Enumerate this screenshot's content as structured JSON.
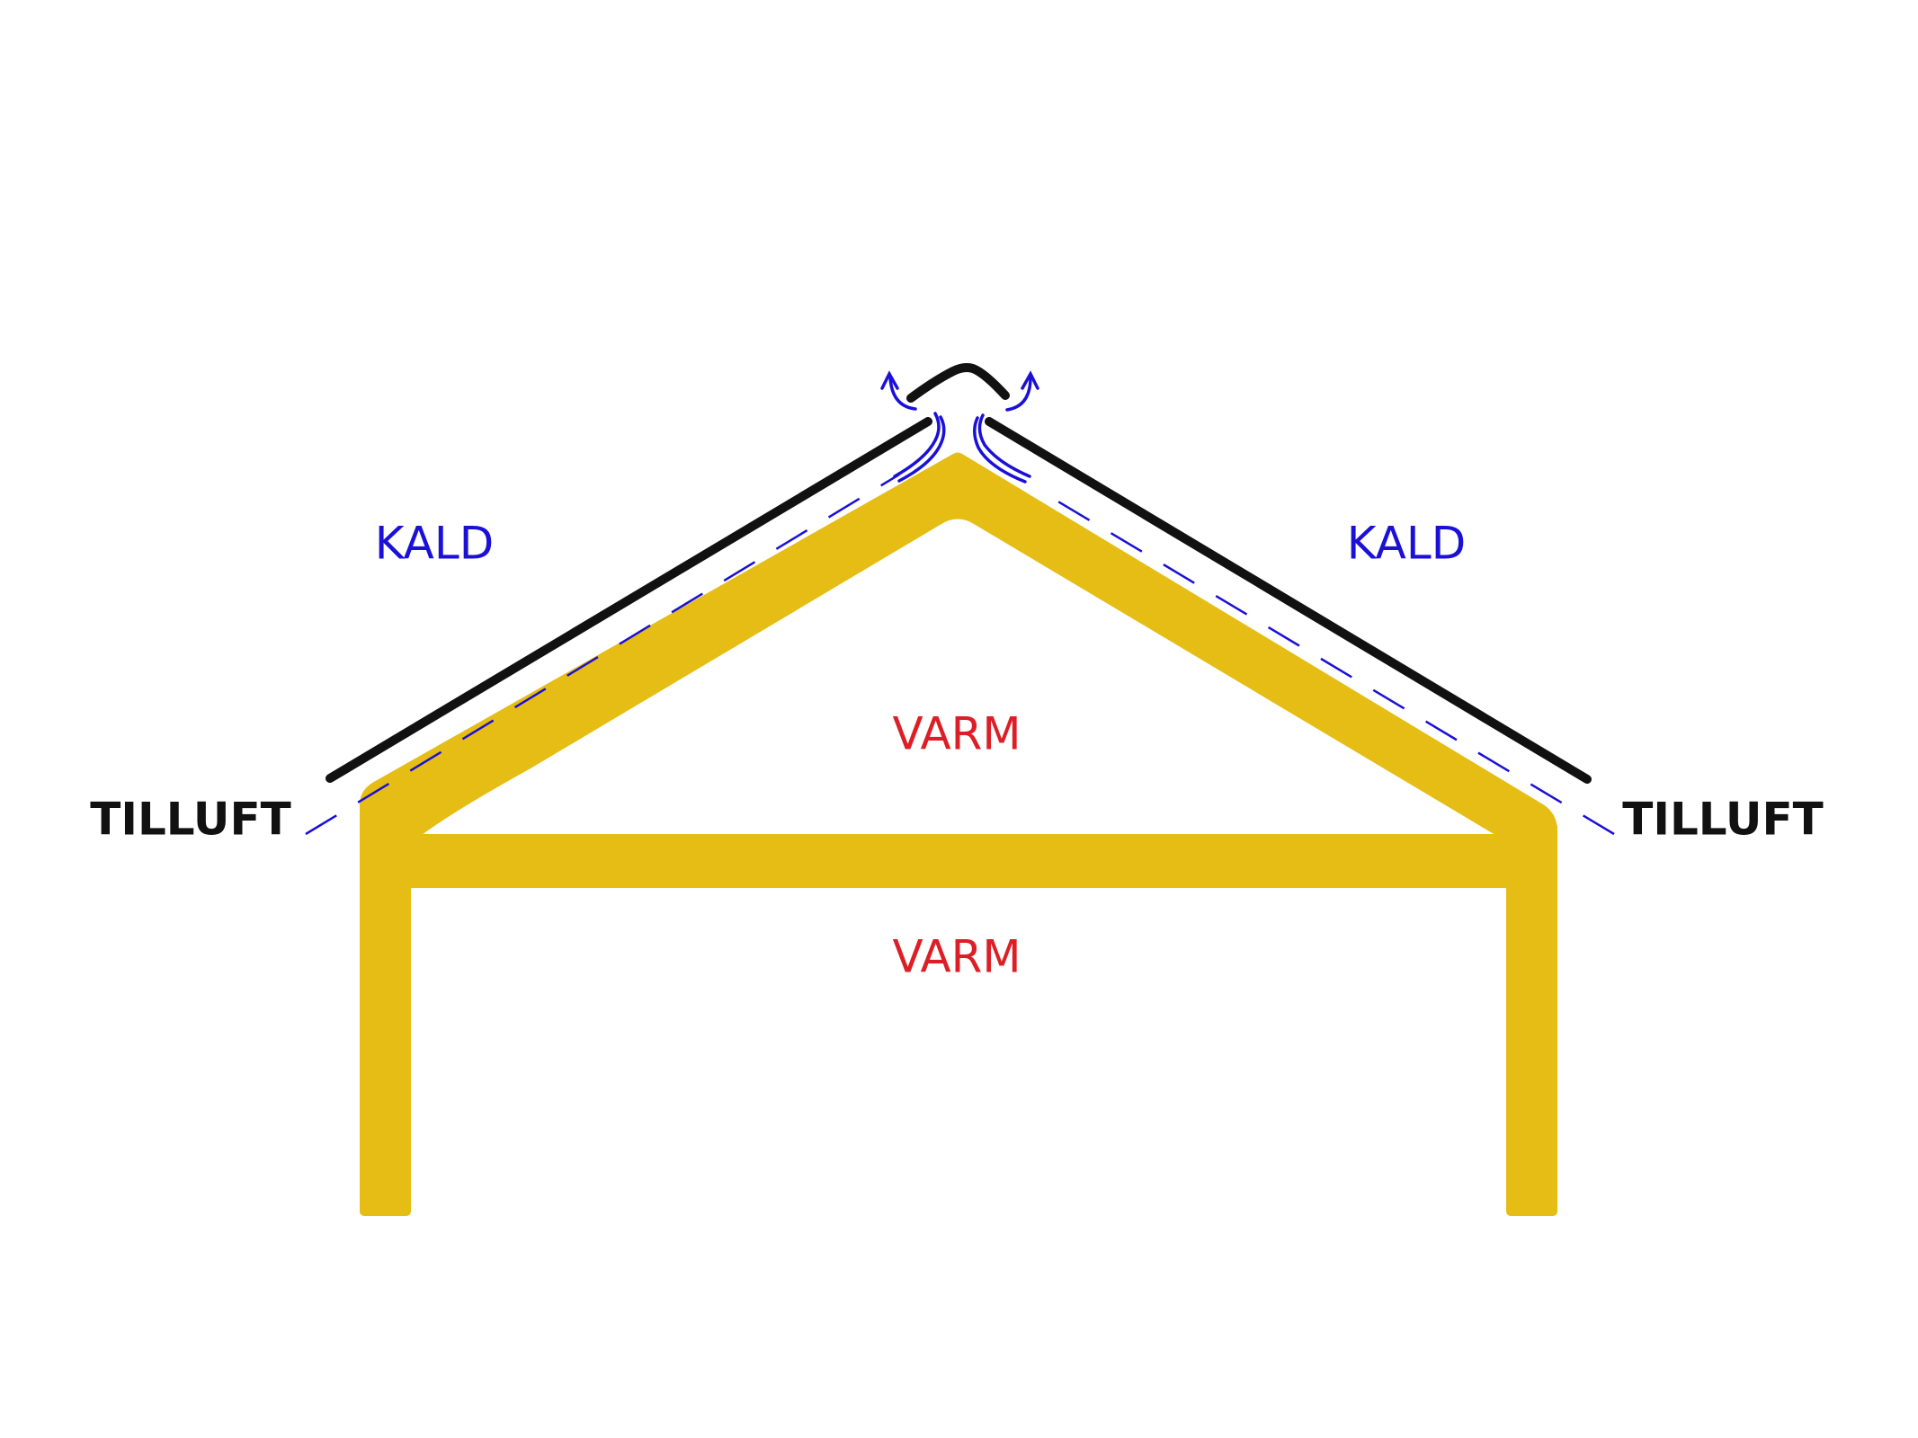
{
  "labels": {
    "cold_left": "KALD",
    "cold_right": "KALD",
    "warm_attic": "VARM",
    "warm_room": "VARM",
    "inlet_left": "TILLUFT",
    "inlet_right": "TILLUFT"
  },
  "colors": {
    "insulation": "#e6bd14",
    "roof": "#111111",
    "airflow": "#1a10d8",
    "cold_text": "#1a10d8",
    "warm_text": "#dc1f26",
    "inlet_text": "#111111",
    "background": "#ffffff"
  }
}
